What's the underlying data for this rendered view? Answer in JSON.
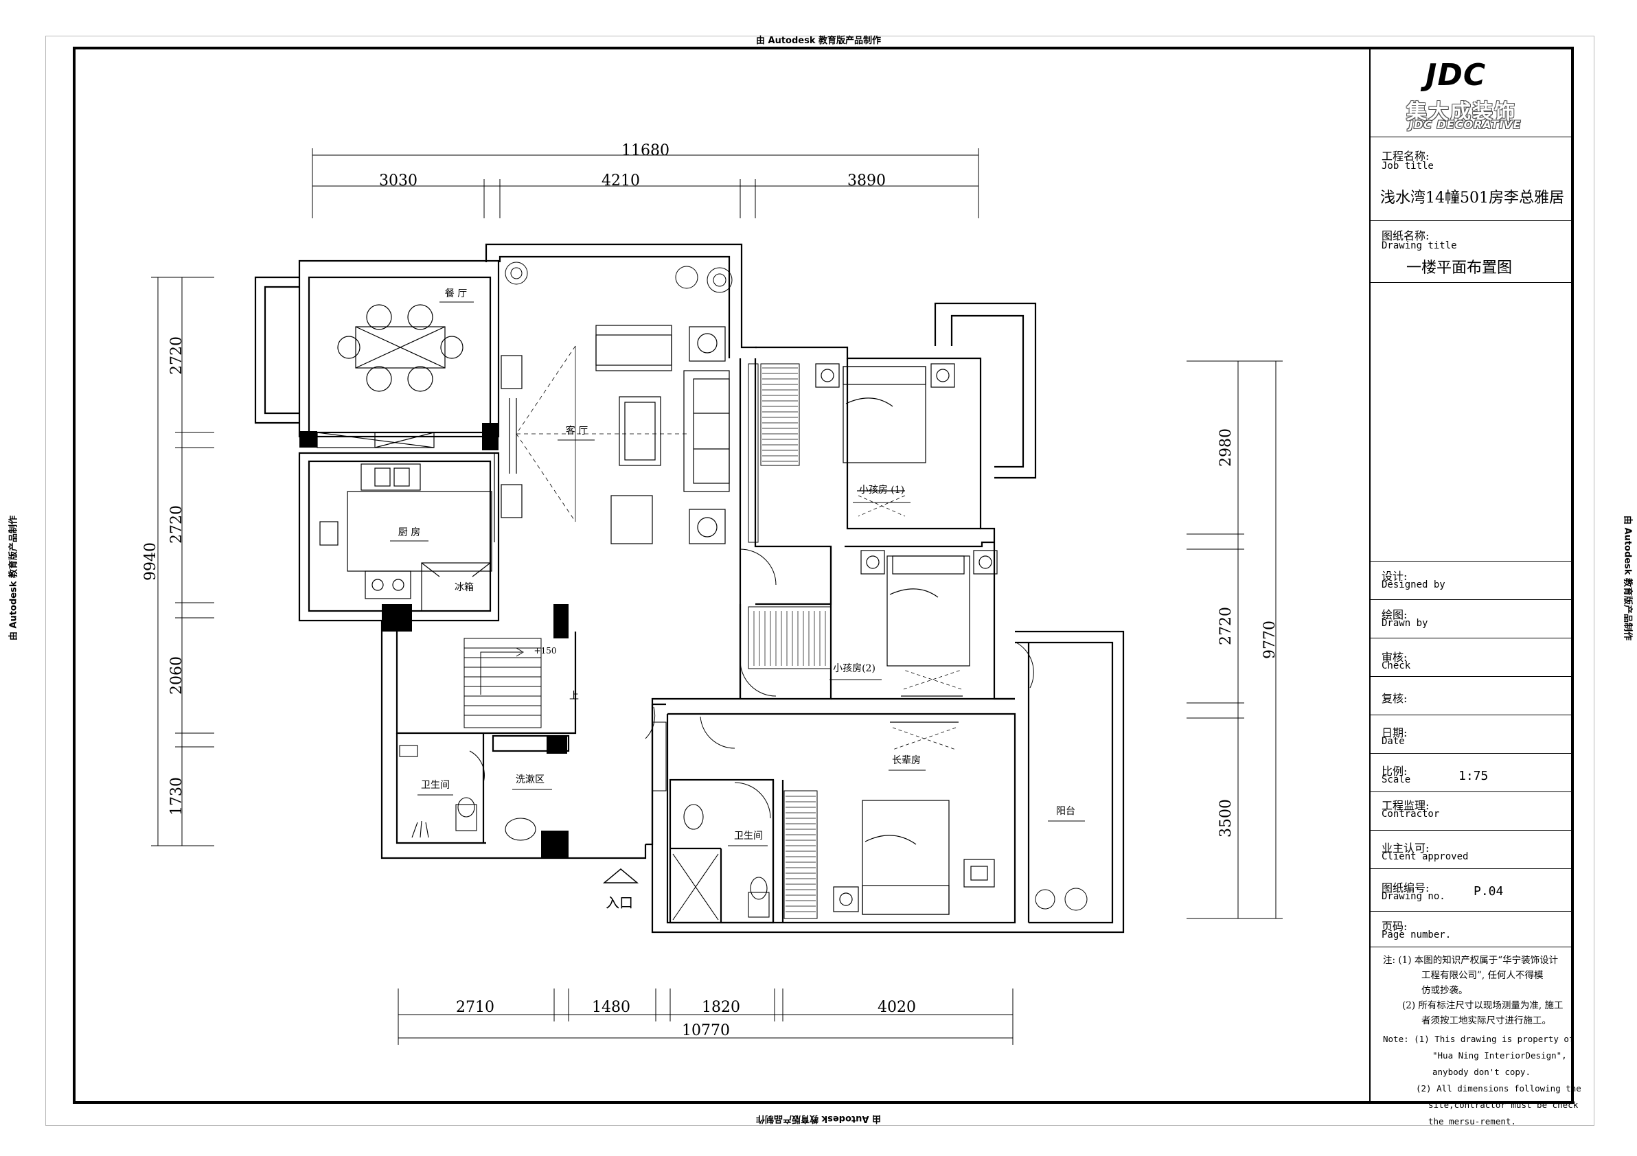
{
  "watermark": "由 Autodesk 教育版产品制作",
  "title_block": {
    "logo": {
      "brand": "JDC",
      "cn": "集大成装饰",
      "en": "JDC DECORATIVE"
    },
    "job_title": {
      "cn": "工程名称:",
      "en": "Job title",
      "value": "浅水湾14幢501房李总雅居"
    },
    "drawing_title": {
      "cn": "图纸名称:",
      "en": "Drawing title",
      "value": "一楼平面布置图"
    },
    "designed_by": {
      "cn": "设计:",
      "en": "Designed by"
    },
    "drawn_by": {
      "cn": "绘图:",
      "en": "Drawn by"
    },
    "check": {
      "cn": "审核:",
      "en": "Check"
    },
    "review": {
      "cn": "复核:"
    },
    "date": {
      "cn": "日期:",
      "en": "Date"
    },
    "scale": {
      "cn": "比例:",
      "en": "Scale",
      "value": "1:75"
    },
    "contractor": {
      "cn": "工程监理:",
      "en": "Contractor"
    },
    "client_approved": {
      "cn": "业主认可:",
      "en": "Client approved"
    },
    "drawing_no": {
      "cn": "图纸编号:",
      "en": "Drawing no.",
      "value": "P.04"
    },
    "page_number": {
      "cn": "页码:",
      "en": "Page number."
    },
    "notes_cn": [
      "注: (1) 本图的知识产权属于“华宁装饰设计",
      "工程有限公司”, 任何人不得模",
      "仿或抄袭。",
      "(2) 所有标注尺寸以现场测量为准, 施工",
      "者须按工地实际尺寸进行施工。"
    ],
    "notes_en": [
      "Note:  (1) This drawing is property of",
      "\"Hua Ning InteriorDesign\",",
      "anybody don't copy.",
      "(2) All dimensions following the",
      "site,contractor must be check",
      "the mersu-rement."
    ]
  },
  "plan": {
    "dims_top": {
      "total": "11680",
      "parts": [
        "3030",
        "4210",
        "3890"
      ]
    },
    "dims_bottom": {
      "total": "10770",
      "parts": [
        "2710",
        "1480",
        "1820",
        "4020"
      ]
    },
    "dims_left": {
      "total": "9940",
      "parts": [
        "2720",
        "2720",
        "2060",
        "1730"
      ]
    },
    "dims_right": {
      "total": "9770",
      "parts": [
        "2980",
        "2720",
        "3500"
      ]
    },
    "rooms": {
      "dining": "餐 厅",
      "living": "客 厅",
      "kitchen": "厨 房",
      "fridge": "冰箱",
      "child1": "小孩房 (1)",
      "child2": "小孩房(2)",
      "stair_level": "+150",
      "stair_up": "上",
      "bath1": "卫生间",
      "wash": "洗漱区",
      "bath2": "卫生间",
      "elder": "长辈房",
      "balcony": "阳台",
      "entrance": "入口"
    }
  },
  "colors": {
    "ink": "#000000",
    "frame": "#b8b8b8",
    "hatch": "#000000"
  }
}
